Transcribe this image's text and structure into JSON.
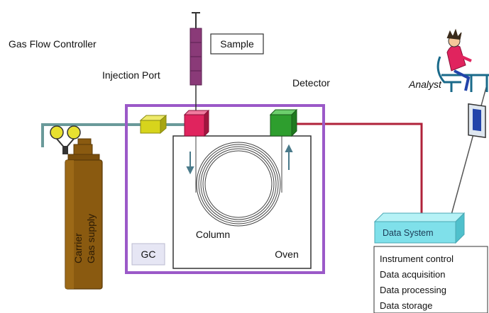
{
  "labels": {
    "gas_flow_controller": "Gas Flow Controller",
    "injection_port": "Injection Port",
    "sample": "Sample",
    "detector": "Detector",
    "analyst": "Analyst",
    "gc": "GC",
    "column": "Column",
    "oven": "Oven",
    "data_system": "Data System",
    "carrier_line1": "Carrier",
    "carrier_line2": "Gas supply"
  },
  "data_system_functions": [
    "Instrument control",
    "Data acquisition",
    "Data processing",
    "Data storage"
  ],
  "colors": {
    "gc_frame": "#9b59c8",
    "injection_port": "#e0245e",
    "detector": "#2e9e2e",
    "controller": "#d7d41c",
    "syringe": "#8a3a78",
    "gas_line": "#6a9a9a",
    "signal_line": "#b0223a",
    "data_system": "#7fe0ea",
    "cylinder": "#8a5a10"
  }
}
